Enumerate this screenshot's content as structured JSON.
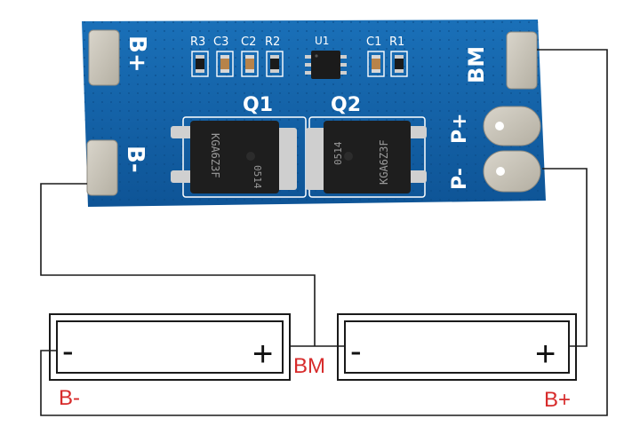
{
  "board": {
    "pad_labels": {
      "b_plus": "B+",
      "b_minus": "B-",
      "bm": "BM",
      "p_plus": "P+",
      "p_minus": "P-"
    },
    "components": {
      "r3": "R3",
      "c3": "C3",
      "c2": "C2",
      "r2": "R2",
      "u1": "U1",
      "c1": "C1",
      "r1": "R1"
    },
    "mosfets": {
      "q1": "Q1",
      "q2": "Q2",
      "marking_top": "KGA6Z3F",
      "marking_code": "0514"
    }
  },
  "cells": {
    "left": {
      "minus": "-",
      "plus": "+"
    },
    "right": {
      "minus": "-",
      "plus": "+"
    }
  },
  "wire_labels": {
    "b_minus": "B-",
    "bm": "BM",
    "b_plus": "B+"
  },
  "colors": {
    "pcb": "#1262a8",
    "pad": "#c7c2b6",
    "wire": "#1a1a1a",
    "label_red": "#d72b2b"
  }
}
